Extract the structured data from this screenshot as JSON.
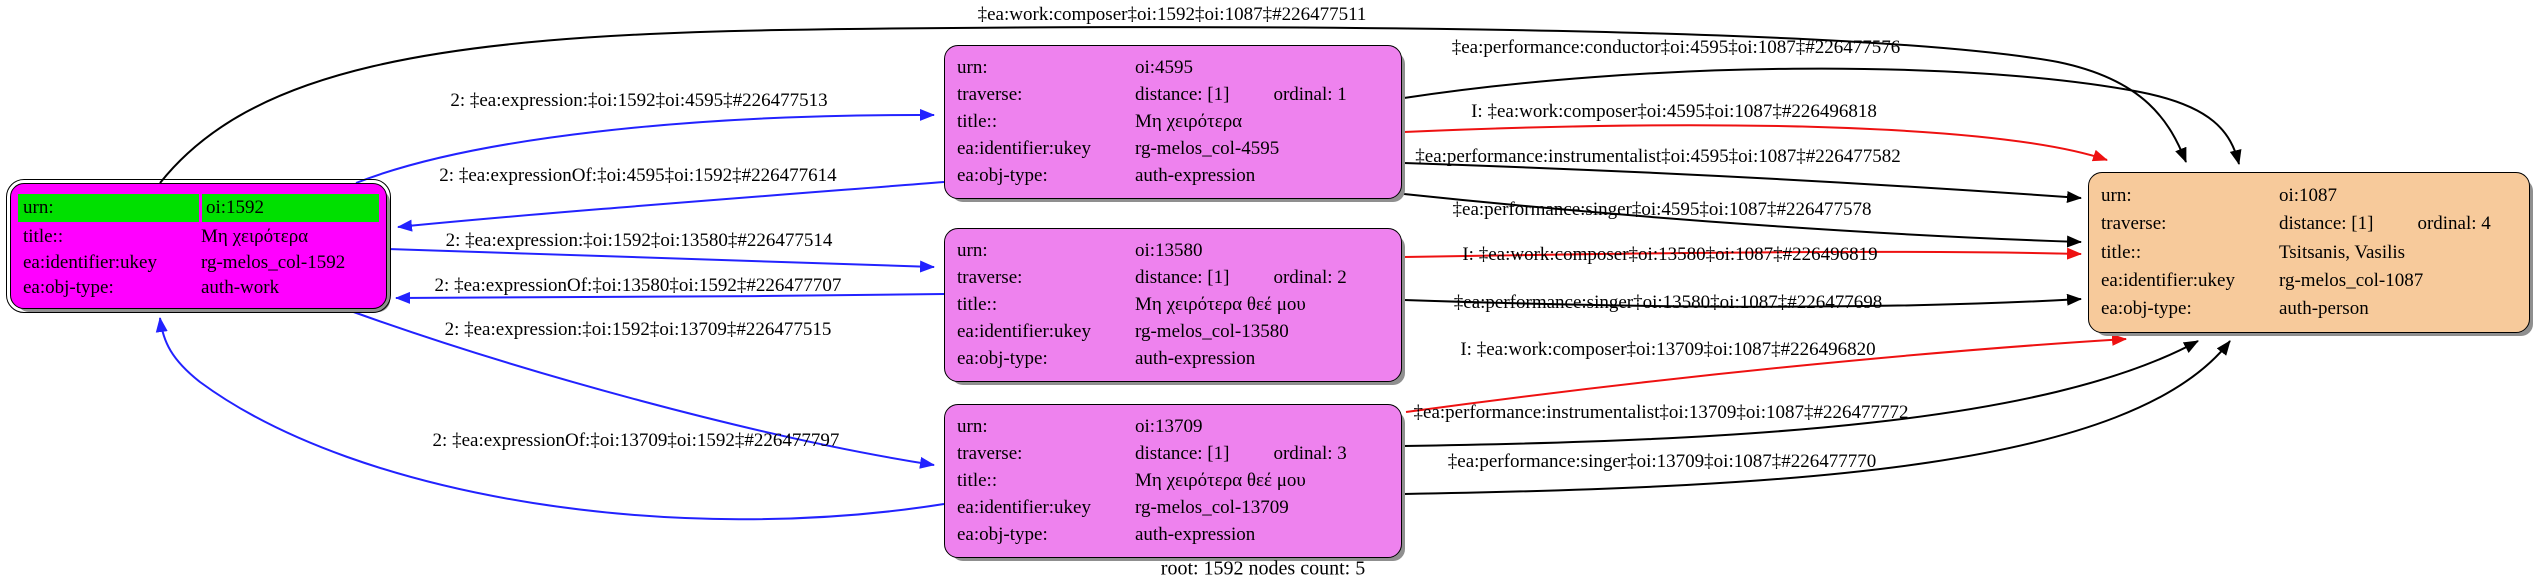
{
  "footer": {
    "caption": "root: 1592 nodes count: 5"
  },
  "colors": {
    "work_node_fill": "#ff00ff",
    "work_header_fill": "#00e000",
    "expression_node_fill": "#ee82ee",
    "person_node_fill": "#f7ca9b",
    "expression_edge": "#2222ff",
    "inferred_edge": "#ee1111",
    "default_edge": "#000000"
  },
  "nodes": {
    "work_1592": {
      "rows": [
        {
          "label": "urn:",
          "value": "oi:1592"
        },
        {
          "label": "title::",
          "value": "Μη χειρότερα"
        },
        {
          "label": "ea:identifier:ukey",
          "value": "rg-melos_col-1592"
        },
        {
          "label": "ea:obj-type:",
          "value": "auth-work"
        }
      ]
    },
    "expr_4595": {
      "rows": [
        {
          "label": "urn:",
          "value": "oi:4595"
        },
        {
          "label": "traverse:",
          "value": "distance: [1]",
          "extra": "ordinal: 1"
        },
        {
          "label": "title::",
          "value": "Μη χειρότερα"
        },
        {
          "label": "ea:identifier:ukey",
          "value": "rg-melos_col-4595"
        },
        {
          "label": "ea:obj-type:",
          "value": "auth-expression"
        }
      ]
    },
    "expr_13580": {
      "rows": [
        {
          "label": "urn:",
          "value": "oi:13580"
        },
        {
          "label": "traverse:",
          "value": "distance: [1]",
          "extra": "ordinal: 2"
        },
        {
          "label": "title::",
          "value": "Μη χειρότερα θεέ μου"
        },
        {
          "label": "ea:identifier:ukey",
          "value": "rg-melos_col-13580"
        },
        {
          "label": "ea:obj-type:",
          "value": "auth-expression"
        }
      ]
    },
    "expr_13709": {
      "rows": [
        {
          "label": "urn:",
          "value": "oi:13709"
        },
        {
          "label": "traverse:",
          "value": "distance: [1]",
          "extra": "ordinal: 3"
        },
        {
          "label": "title::",
          "value": "Μη χειρότερα θεέ μου"
        },
        {
          "label": "ea:identifier:ukey",
          "value": "rg-melos_col-13709"
        },
        {
          "label": "ea:obj-type:",
          "value": "auth-expression"
        }
      ]
    },
    "person_1087": {
      "rows": [
        {
          "label": "urn:",
          "value": "oi:1087"
        },
        {
          "label": "traverse:",
          "value": "distance: [1]",
          "extra": "ordinal: 4"
        },
        {
          "label": "title::",
          "value": "Tsitsanis, Vasilis"
        },
        {
          "label": "ea:identifier:ukey",
          "value": "rg-melos_col-1087"
        },
        {
          "label": "ea:obj-type:",
          "value": "auth-person"
        }
      ]
    }
  },
  "edges": [
    {
      "id": "work-composer-1592-1087",
      "label": "‡ea:work:composer‡oi:1592‡oi:1087‡#226477511",
      "color": "#000000"
    },
    {
      "id": "expression-1592-4595",
      "label": "2: ‡ea:expression:‡oi:1592‡oi:4595‡#226477513",
      "color": "#2222ff"
    },
    {
      "id": "expressionOf-4595-1592",
      "label": "2: ‡ea:expressionOf:‡oi:4595‡oi:1592‡#226477614",
      "color": "#2222ff"
    },
    {
      "id": "expression-1592-13580",
      "label": "2: ‡ea:expression:‡oi:1592‡oi:13580‡#226477514",
      "color": "#2222ff"
    },
    {
      "id": "expressionOf-13580-1592",
      "label": "2: ‡ea:expressionOf:‡oi:13580‡oi:1592‡#226477707",
      "color": "#2222ff"
    },
    {
      "id": "expression-1592-13709",
      "label": "2: ‡ea:expression:‡oi:1592‡oi:13709‡#226477515",
      "color": "#2222ff"
    },
    {
      "id": "expressionOf-13709-1592",
      "label": "2: ‡ea:expressionOf:‡oi:13709‡oi:1592‡#226477797",
      "color": "#2222ff"
    },
    {
      "id": "performance-conductor-4595",
      "label": "‡ea:performance:conductor‡oi:4595‡oi:1087‡#226477576",
      "color": "#000000"
    },
    {
      "id": "work-composer-4595",
      "label": "I: ‡ea:work:composer‡oi:4595‡oi:1087‡#226496818",
      "color": "#ee1111"
    },
    {
      "id": "performance-instrumentalist-4595",
      "label": "‡ea:performance:instrumentalist‡oi:4595‡oi:1087‡#226477582",
      "color": "#000000"
    },
    {
      "id": "performance-singer-4595",
      "label": "‡ea:performance:singer‡oi:4595‡oi:1087‡#226477578",
      "color": "#000000"
    },
    {
      "id": "work-composer-13580",
      "label": "I: ‡ea:work:composer‡oi:13580‡oi:1087‡#226496819",
      "color": "#ee1111"
    },
    {
      "id": "performance-singer-13580",
      "label": "‡ea:performance:singer‡oi:13580‡oi:1087‡#226477698",
      "color": "#000000"
    },
    {
      "id": "work-composer-13709",
      "label": "I: ‡ea:work:composer‡oi:13709‡oi:1087‡#226496820",
      "color": "#ee1111"
    },
    {
      "id": "performance-instrumentalist-13709",
      "label": "‡ea:performance:instrumentalist‡oi:13709‡oi:1087‡#226477772",
      "color": "#000000"
    },
    {
      "id": "performance-singer-13709",
      "label": "‡ea:performance:singer‡oi:13709‡oi:1087‡#226477770",
      "color": "#000000"
    }
  ]
}
